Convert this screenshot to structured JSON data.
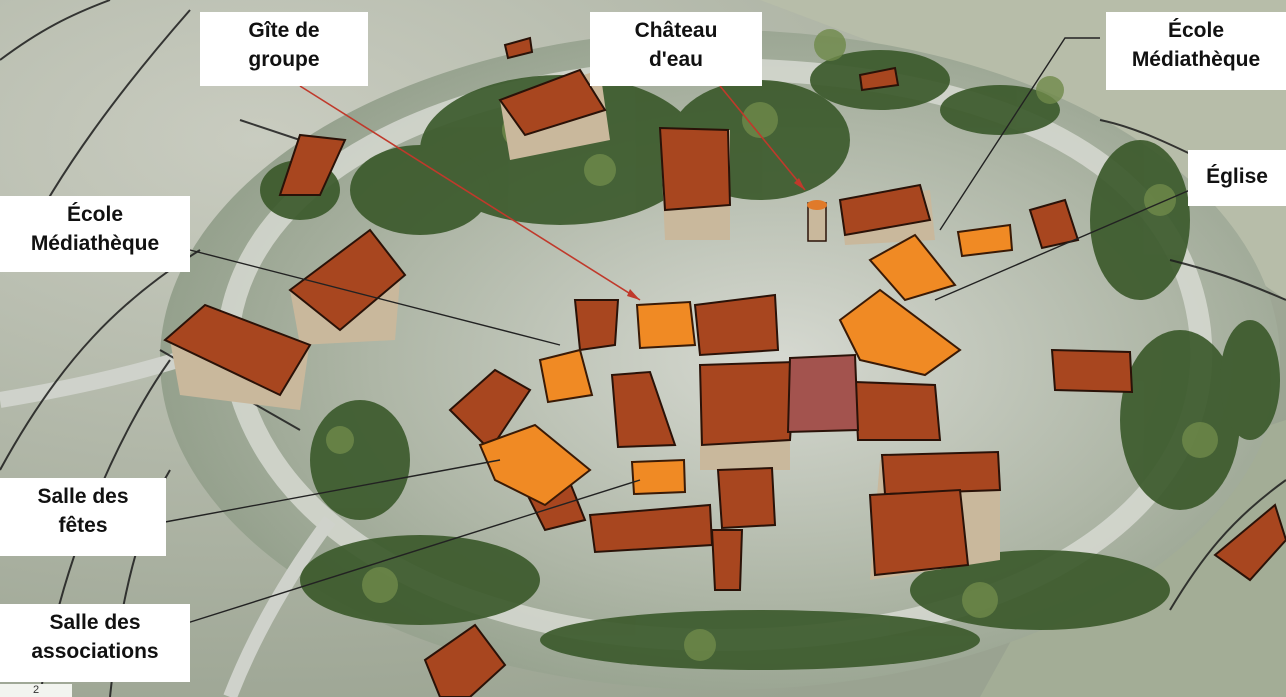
{
  "colors": {
    "roof_main": "#a8461f",
    "roof_highlight": "#f08a24",
    "roof_church": "#a3534e",
    "wall": "#c9b89c",
    "vegetation": "#3d5a2e",
    "ground": "#c6cbc0",
    "leader_line_red": "#c0392b",
    "leader_line_dark": "#222222"
  },
  "labels": {
    "gite": {
      "line1": "Gîte de",
      "line2": "groupe"
    },
    "chateau": {
      "line1": "Château",
      "line2": "d'eau"
    },
    "ecole_right": {
      "line1": "École",
      "line2": "Médiathèque"
    },
    "eglise": {
      "line1": "Église"
    },
    "ecole_left": {
      "line1": "École",
      "line2": "Médiathèque"
    },
    "salle_fetes": {
      "line1": "Salle des",
      "line2": "fêtes"
    },
    "salle_assoc": {
      "line1": "Salle des",
      "line2": "associations"
    }
  },
  "page_number": "2"
}
